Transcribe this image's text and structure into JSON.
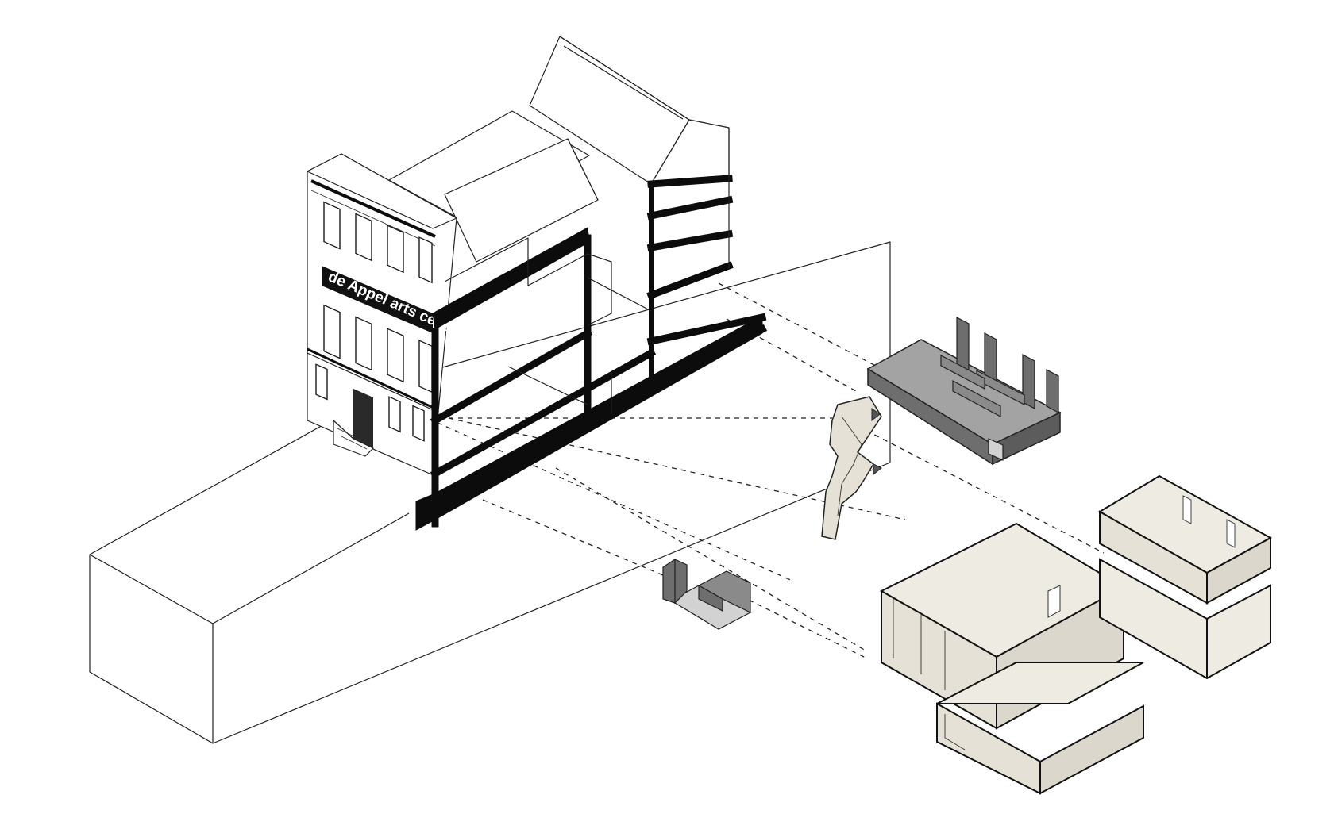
{
  "figure": {
    "sign_text": "de Appel arts centre",
    "colors": {
      "outline": "#222222",
      "section_cut": "#0c0c0c",
      "dark_grey_volume": "#6e6e6e",
      "mid_grey_volume": "#a3a3a3",
      "light_grey_volume": "#d2d2d2",
      "cream_volume_top": "#eeebe2",
      "cream_volume_side": "#dcd7cc",
      "cream_volume_front": "#e6e1d6",
      "background": "#ffffff"
    },
    "components": [
      "context-block",
      "sectioned-building",
      "staircase-volume",
      "basement-volume",
      "grey-room-volume",
      "cream-exhibition-volume-large",
      "cream-exhibition-volume-small",
      "cream-volume-lower"
    ]
  }
}
